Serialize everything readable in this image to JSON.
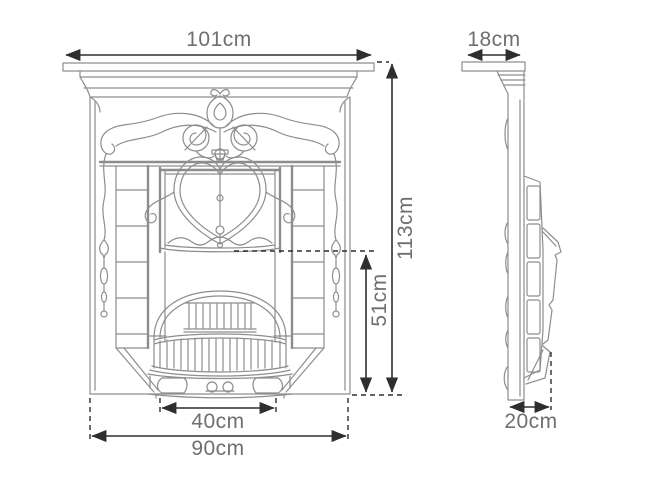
{
  "diagram": {
    "subject": "fireplace technical drawing with front and side elevation",
    "views": {
      "front": "front-elevation",
      "side": "side-profile"
    },
    "dimensions": {
      "front": [
        {
          "name": "overall-width",
          "label": "101cm"
        },
        {
          "name": "overall-height",
          "label": "113cm"
        },
        {
          "name": "opening-height",
          "label": "51cm"
        },
        {
          "name": "opening-width",
          "label": "40cm"
        },
        {
          "name": "base-width",
          "label": "90cm"
        }
      ],
      "side": [
        {
          "name": "shelf-depth",
          "label": "18cm"
        },
        {
          "name": "base-depth",
          "label": "20cm"
        }
      ]
    }
  },
  "colors": {
    "line": "#8d8d8d",
    "dim": "#2e2e2e",
    "text": "#6f6f6f",
    "bg": "#ffffff"
  }
}
